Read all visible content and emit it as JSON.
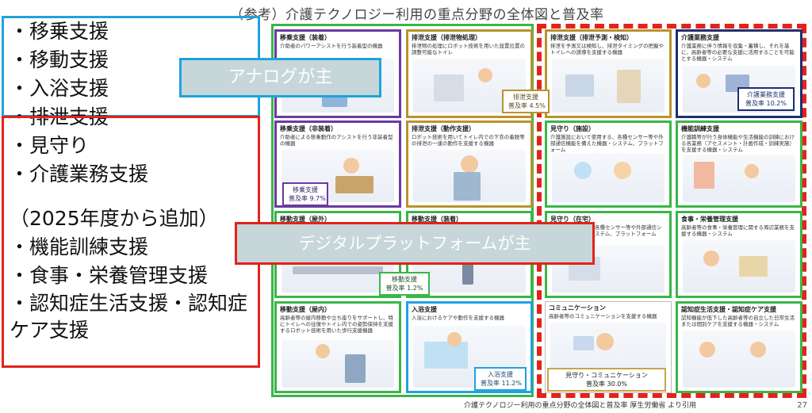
{
  "title": "（参考）介護テクノロジー利用の重点分野の全体図と普及率",
  "page_number": "27",
  "source_note": "介護テクノロジー利用の重点分野の全体図と普及率 厚生労働省 より引用",
  "analog_list": [
    "・移乗支援",
    "・移動支援",
    "・入浴支援",
    "・排泄支援"
  ],
  "digital_list": [
    "・見守り",
    "・介護業務支援"
  ],
  "added_note": "（2025年度から追加）",
  "added_list": [
    "・機能訓練支援",
    "・食事・栄養管理支援"
  ],
  "added_last": "・認知症生活支援・認知症ケア支援",
  "banner_analog": "アナログが主",
  "banner_digital": "デジタルプラットフォームが主",
  "cells": {
    "c1": {
      "title": "移乗支援（装着）",
      "desc": "介助者のパワーアシストを行う装着型の機器"
    },
    "c2": {
      "title": "排泄支援（排泄物処理）",
      "desc": "排泄物の処理にロボット技術を用いた設置位置の調整可能なトイレ"
    },
    "c3": {
      "title": "移乗支援（非装着）",
      "desc": "介助者による移乗動作のアシストを行う非装着型の機器"
    },
    "c4": {
      "title": "排泄支援（動作支援）",
      "desc": "ロボット技術を用いてトイレ内での下衣の着脱等の排泄の一連の動作を支援する機器"
    },
    "c5": {
      "title": "移動支援（屋外）",
      "desc": ""
    },
    "c6": {
      "title": "移動支援（装着）",
      "desc": ""
    },
    "c7": {
      "title": "移動支援（屋内）",
      "desc": "高齢者等の屋内移動や立ち座りをサポートし、特にトイレへの往復やトイレ内での姿勢保持を支援するロボット技術を用いた歩行支援機器"
    },
    "c8": {
      "title": "入浴支援",
      "desc": "入浴におけるケアや動作を支援する機器"
    },
    "d1": {
      "title": "排泄支援（排泄予測・検知）",
      "desc": "排泄を予測又は検知し、排泄タイミングの把握やトイレへの誘導を支援する機器"
    },
    "d2": {
      "title": "介護業務支援",
      "desc": "介護業務に伴う情報を収集・蓄積し、それを基に、高齢者等の必要な支援に活用することを可能とする機器・システム"
    },
    "d3": {
      "title": "見守り（施設）",
      "desc": "介護施設において使用する、各種センサー等や外部通信機能を備えた機器・システム、プラットフォーム"
    },
    "d4": {
      "title": "機能訓練支援",
      "desc": "介護職等が行う身体機能や生活機能の訓練における各業務（アセスメント・計画作成・訓練実施）を支援する機器・システム"
    },
    "d5": {
      "title": "見守り（在宅）",
      "desc": "各種センサー等や外部通信システム、プラットフォーム"
    },
    "d6": {
      "title": "食事・栄養管理支援",
      "desc": "高齢者等の食事・栄養管理に関する周辺業務を支援する機器・システム"
    },
    "d7": {
      "title": "コミュニケーション",
      "desc": "高齢者等のコミュニケーションを支援する機器"
    },
    "d8": {
      "title": "認知症生活支援・認知症ケア支援",
      "desc": "認知機能が低下した高齢者等の自立した日常生活または個別ケアを支援する機器・システム"
    }
  },
  "rates": {
    "transfer": {
      "label": "移乗支援",
      "value": "普及率 9.7%"
    },
    "excretion": {
      "label": "排泄支援",
      "value": "普及率 4.5%"
    },
    "mobility": {
      "label": "移動支援",
      "value": "普及率 1.2%"
    },
    "bathing": {
      "label": "入浴支援",
      "value": "普及率 11.2%"
    },
    "care_work": {
      "label": "介護業務支援",
      "value": "普及率 10.2%"
    },
    "monitoring": {
      "label": "見守り・コミュニケーション",
      "value": "普及率 30.0%"
    }
  },
  "colors": {
    "analog": "#1fa3dd",
    "digital": "#e2231a",
    "frame_green": "#3bb54a",
    "purple": "#6a3aa0",
    "gold": "#b8932d",
    "navy": "#1d2f72"
  }
}
